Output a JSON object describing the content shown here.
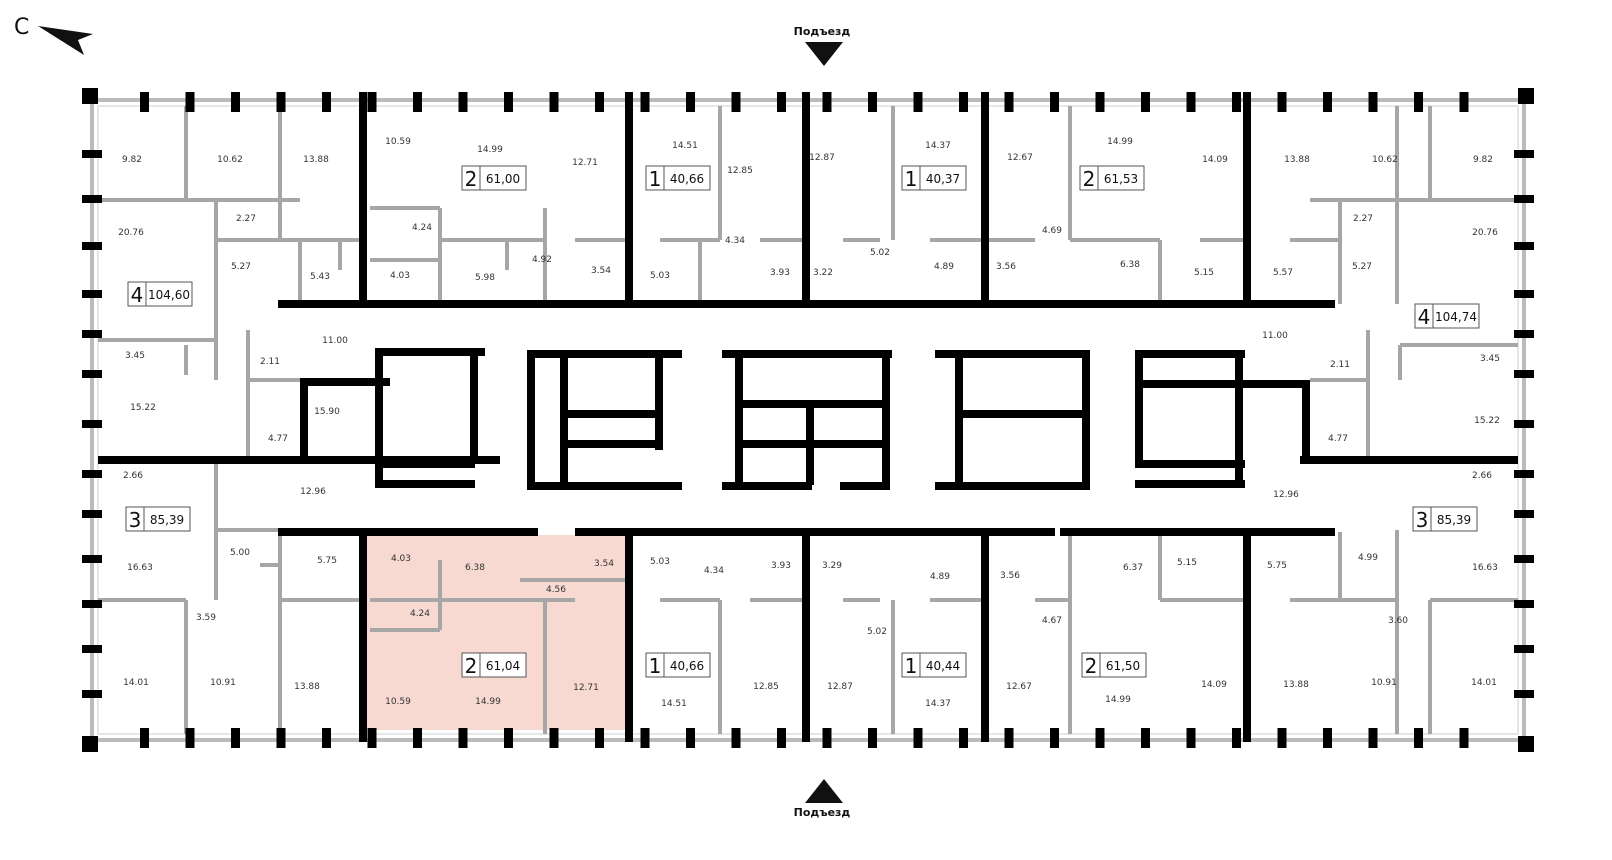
{
  "compass": {
    "label": "С"
  },
  "entrances": {
    "top": "Подъезд",
    "bottom": "Подъезд"
  },
  "colors": {
    "highlight": "#f7d9d2",
    "wall": "#000000",
    "partition": "#a6a6a6"
  },
  "apartments": [
    {
      "rooms": "4",
      "area": "104,60"
    },
    {
      "rooms": "2",
      "area": "61,00"
    },
    {
      "rooms": "1",
      "area": "40,66"
    },
    {
      "rooms": "1",
      "area": "40,37"
    },
    {
      "rooms": "2",
      "area": "61,53"
    },
    {
      "rooms": "4",
      "area": "104,74"
    },
    {
      "rooms": "3",
      "area": "85,39"
    },
    {
      "rooms": "3",
      "area": "85,39"
    },
    {
      "rooms": "2",
      "area": "61,04",
      "selected": true
    },
    {
      "rooms": "1",
      "area": "40,66"
    },
    {
      "rooms": "1",
      "area": "40,44"
    },
    {
      "rooms": "2",
      "area": "61,50"
    }
  ],
  "room_areas": [
    "9.82",
    "10.62",
    "13.88",
    "10.59",
    "14.99",
    "12.71",
    "14.51",
    "12.85",
    "12.87",
    "14.37",
    "12.67",
    "14.99",
    "14.09",
    "13.88",
    "10.62",
    "9.82",
    "2.27",
    "4.24",
    "20.76",
    "4.34",
    "4.69",
    "2.27",
    "20.76",
    "5.27",
    "5.43",
    "4.03",
    "5.98",
    "4.92",
    "3.54",
    "5.03",
    "3.93",
    "3.22",
    "5.02",
    "4.89",
    "3.56",
    "6.38",
    "5.15",
    "5.57",
    "5.27",
    "11.00",
    "11.00",
    "3.45",
    "2.11",
    "2.11",
    "3.45",
    "15.22",
    "15.90",
    "4.77",
    "4.77",
    "15.22",
    "2.66",
    "2.66",
    "12.96",
    "12.96",
    "5.00",
    "5.75",
    "4.03",
    "6.38",
    "3.54",
    "4.56",
    "5.03",
    "4.34",
    "3.93",
    "3.29",
    "4.89",
    "3.56",
    "6.37",
    "5.15",
    "5.75",
    "4.99",
    "16.63",
    "16.63",
    "3.59",
    "4.24",
    "5.02",
    "4.67",
    "3.60",
    "14.01",
    "10.91",
    "13.88",
    "10.59",
    "14.99",
    "12.71",
    "14.51",
    "12.85",
    "12.87",
    "14.37",
    "12.67",
    "14.99",
    "14.09",
    "13.88",
    "10.91",
    "14.01"
  ]
}
